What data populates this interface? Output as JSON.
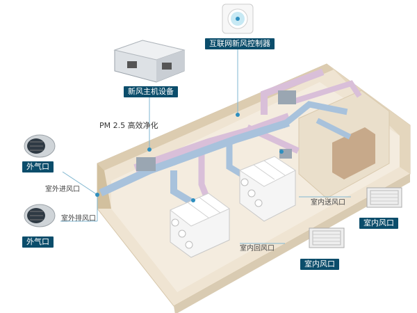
{
  "labels": {
    "controller": "互联网新风控制器",
    "main_unit": "新风主机设备",
    "pm25": "PM 2.5 高效净化",
    "outdoor_top": "外气口",
    "outdoor_bottom": "外气口",
    "outdoor_intake": "室外进风口",
    "outdoor_exhaust": "室外排风口",
    "indoor_supply": "室内送风口",
    "indoor_return": "室内回风口",
    "indoor_vent_right": "室内风口",
    "indoor_vent_bottom": "室内风口"
  },
  "colors": {
    "tag_bg": "#0b4d6b",
    "supply_duct": "#a9c3dd",
    "return_duct": "#d8bfd8",
    "wall": "#e6d9c2",
    "floor": "#f1e8d8",
    "leader_line": "#7fb6d0"
  }
}
